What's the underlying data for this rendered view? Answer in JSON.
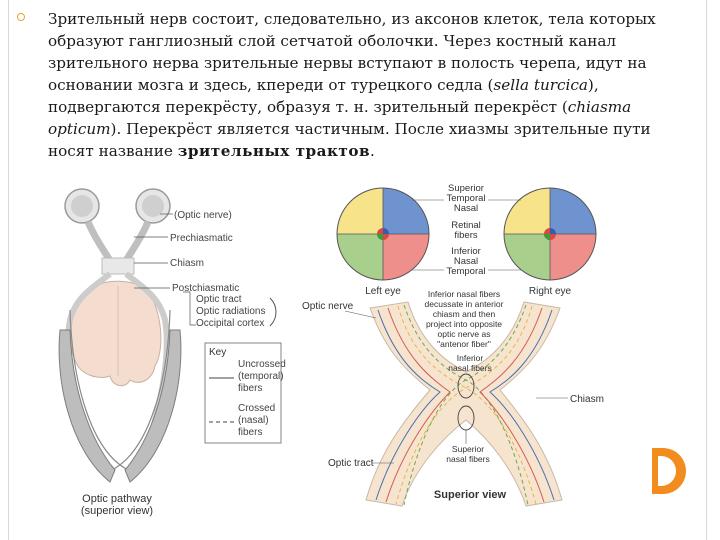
{
  "slide": {
    "para_1": "Зрительный нерв состоит, следовательно, из аксонов клеток, тела которых образуют ганглиозный слой сетчатой оболочки. Через костный канал зрительного нерва зрительные нервы вступают в полость черепа, идут на основании мозга и здесь, кпереди от турецкого седла (",
    "para_sella": "sella turcica",
    "para_2": "), подвергаются перекрёсту, образуя т. н. зрительный перекрёст (",
    "para_chiasma": "chiasma opticum",
    "para_3": "). Перекрёст является частичным. После хиазмы зрительные пути носят название ",
    "para_bold": "зрительных трактов",
    "para_4": "."
  },
  "left_figure": {
    "labels": {
      "optic_nerve": "(Optic nerve)",
      "prechiasmatic": "Prechiasmatic",
      "chiasm": "Chiasm",
      "postchiasmatic": "Postchiasmatic",
      "optic_tract": "Optic tract",
      "optic_radiations": "Optic radiations",
      "occipital_cortex": "Occipital cortex",
      "caption_1": "Optic pathway",
      "caption_2": "(superior view)"
    },
    "key": {
      "title": "Key",
      "uncrossed_1": "Uncrossed",
      "uncrossed_2": "(temporal)",
      "uncrossed_3": "fibers",
      "crossed_1": "Crossed",
      "crossed_2": "(nasal)",
      "crossed_3": "fibers"
    }
  },
  "right_figure": {
    "labels": {
      "superior": "Superior",
      "temporal": "Temporal",
      "nasal": "Nasal",
      "retinal": "Retinal",
      "fibers": "fibers",
      "inferior": "Inferior",
      "nasal_2": "Nasal",
      "temporal_2": "Temporal",
      "left_eye": "Left eye",
      "right_eye": "Right eye",
      "optic_nerve": "Optic nerve",
      "inf_nasal_note_1": "Inferior nasal fibers",
      "inf_nasal_note_2": "decussate in anterior",
      "inf_nasal_note_3": "chiasm and then",
      "inf_nasal_note_4": "project into opposite",
      "inf_nasal_note_5": "optic nerve as",
      "inf_nasal_note_6": "\"antenor fiber\"",
      "inferior_nasal_1": "Inferior",
      "inferior_nasal_2": "nasal fibers",
      "chiasm": "Chiasm",
      "superior_nasal_1": "Superior",
      "superior_nasal_2": "nasal fibers",
      "optic_tract": "Optic tract",
      "caption": "Superior view"
    },
    "colors": {
      "quad_yellow": "#f6e38a",
      "quad_blue": "#6f93cf",
      "quad_green": "#a9cf8c",
      "quad_red": "#ee8f8b",
      "nerve_fill": "#f7e4cf"
    }
  }
}
